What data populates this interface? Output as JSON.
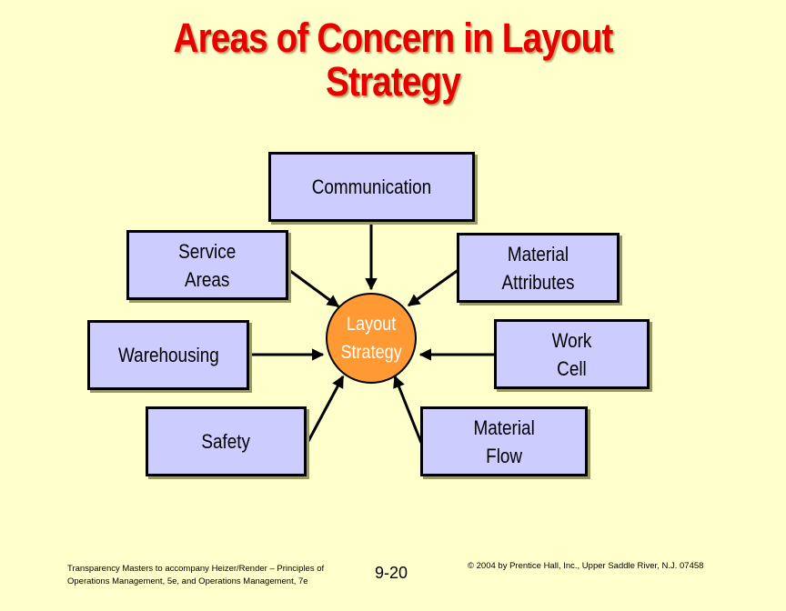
{
  "title": {
    "line1": "Areas of Concern in Layout",
    "line2": "Strategy"
  },
  "diagram": {
    "center": "Layout\nStrategy",
    "nodes": {
      "communication": "Communication",
      "service_areas": "Service\nAreas",
      "material_attributes": "Material\nAttributes",
      "warehousing": "Warehousing",
      "work_cell": "Work\nCell",
      "safety": "Safety",
      "material_flow": "Material\nFlow"
    }
  },
  "footer": {
    "left": "Transparency Masters to accompany Heizer/Render – Principles of Operations Management, 5e, and Operations Management, 7e",
    "page": "9-20",
    "right": "© 2004 by Prentice Hall, Inc., Upper Saddle River, N.J. 07458"
  },
  "colors": {
    "background": "#ffffcc",
    "title": "#e60000",
    "box_fill": "#ccccff",
    "center_fill": "#ff9933"
  }
}
